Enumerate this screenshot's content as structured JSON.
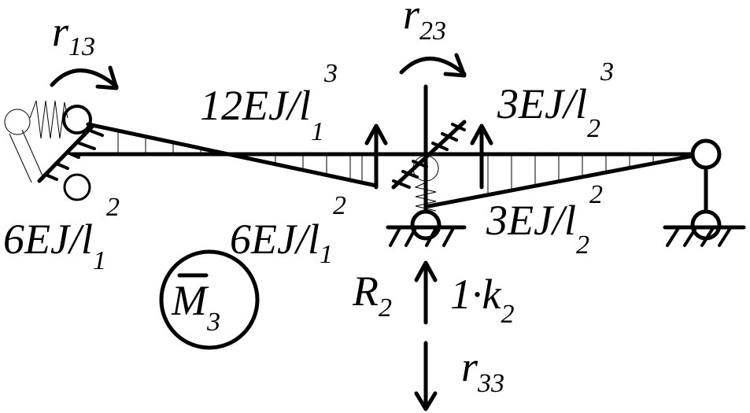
{
  "diagram": {
    "moment_labels": {
      "r13": {
        "main": "r",
        "sub": "13"
      },
      "r23": {
        "main": "r",
        "sub": "23"
      },
      "r33": {
        "main": "r",
        "sub": "33"
      }
    },
    "force_labels": {
      "left_moment": {
        "main": "6EJ/l",
        "sub": "1",
        "sup": "2"
      },
      "mid_moment_left": {
        "main": "6EJ/l",
        "sub": "1",
        "sup": "2"
      },
      "mid_moment_right": {
        "main": "3EJ/l",
        "sub": "2",
        "sup": "2"
      },
      "shear_left": {
        "main": "12EJ/l",
        "sub": "1",
        "sup": "3"
      },
      "shear_right": {
        "main": "3EJ/l",
        "sub": "2",
        "sup": "3"
      },
      "reaction": {
        "main": "R",
        "sub": "2"
      },
      "spring_force": {
        "main": "1·k",
        "sub": "2"
      }
    },
    "diagram_name": {
      "main": "M",
      "sub": "3"
    }
  }
}
